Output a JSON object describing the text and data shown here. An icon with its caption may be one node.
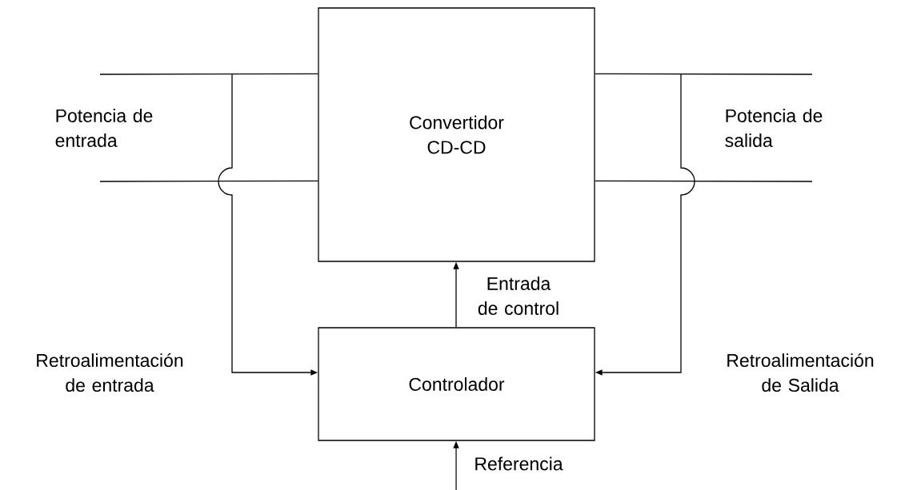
{
  "diagram": {
    "nodes": [
      {
        "text": [
          "Convertidor CD-CD"
        ]
      },
      {
        "text": [
          "Controlador"
        ]
      }
    ],
    "edges": [
      {
        "from": 1,
        "to": 0,
        "arrow": "to",
        "label": "Entrada de control"
      },
      {
        "from": null,
        "to": 1,
        "arrow": "to",
        "label": "Referencia"
      },
      {
        "from": null,
        "to": 1,
        "arrow": "to",
        "label": "Retroalimentación de entrada"
      },
      {
        "from": null,
        "to": 1,
        "arrow": "to",
        "label": "Retroalimentación de Salida"
      },
      {
        "from": null,
        "to": 0,
        "arrow": "none"
      },
      {
        "from": null,
        "to": 0,
        "arrow": "none"
      },
      {
        "from": 0,
        "to": null,
        "arrow": "none"
      },
      {
        "from": 0,
        "to": null,
        "arrow": "none"
      }
    ],
    "labels": [
      "Potencia de entrada",
      "Potencia de salida"
    ]
  }
}
